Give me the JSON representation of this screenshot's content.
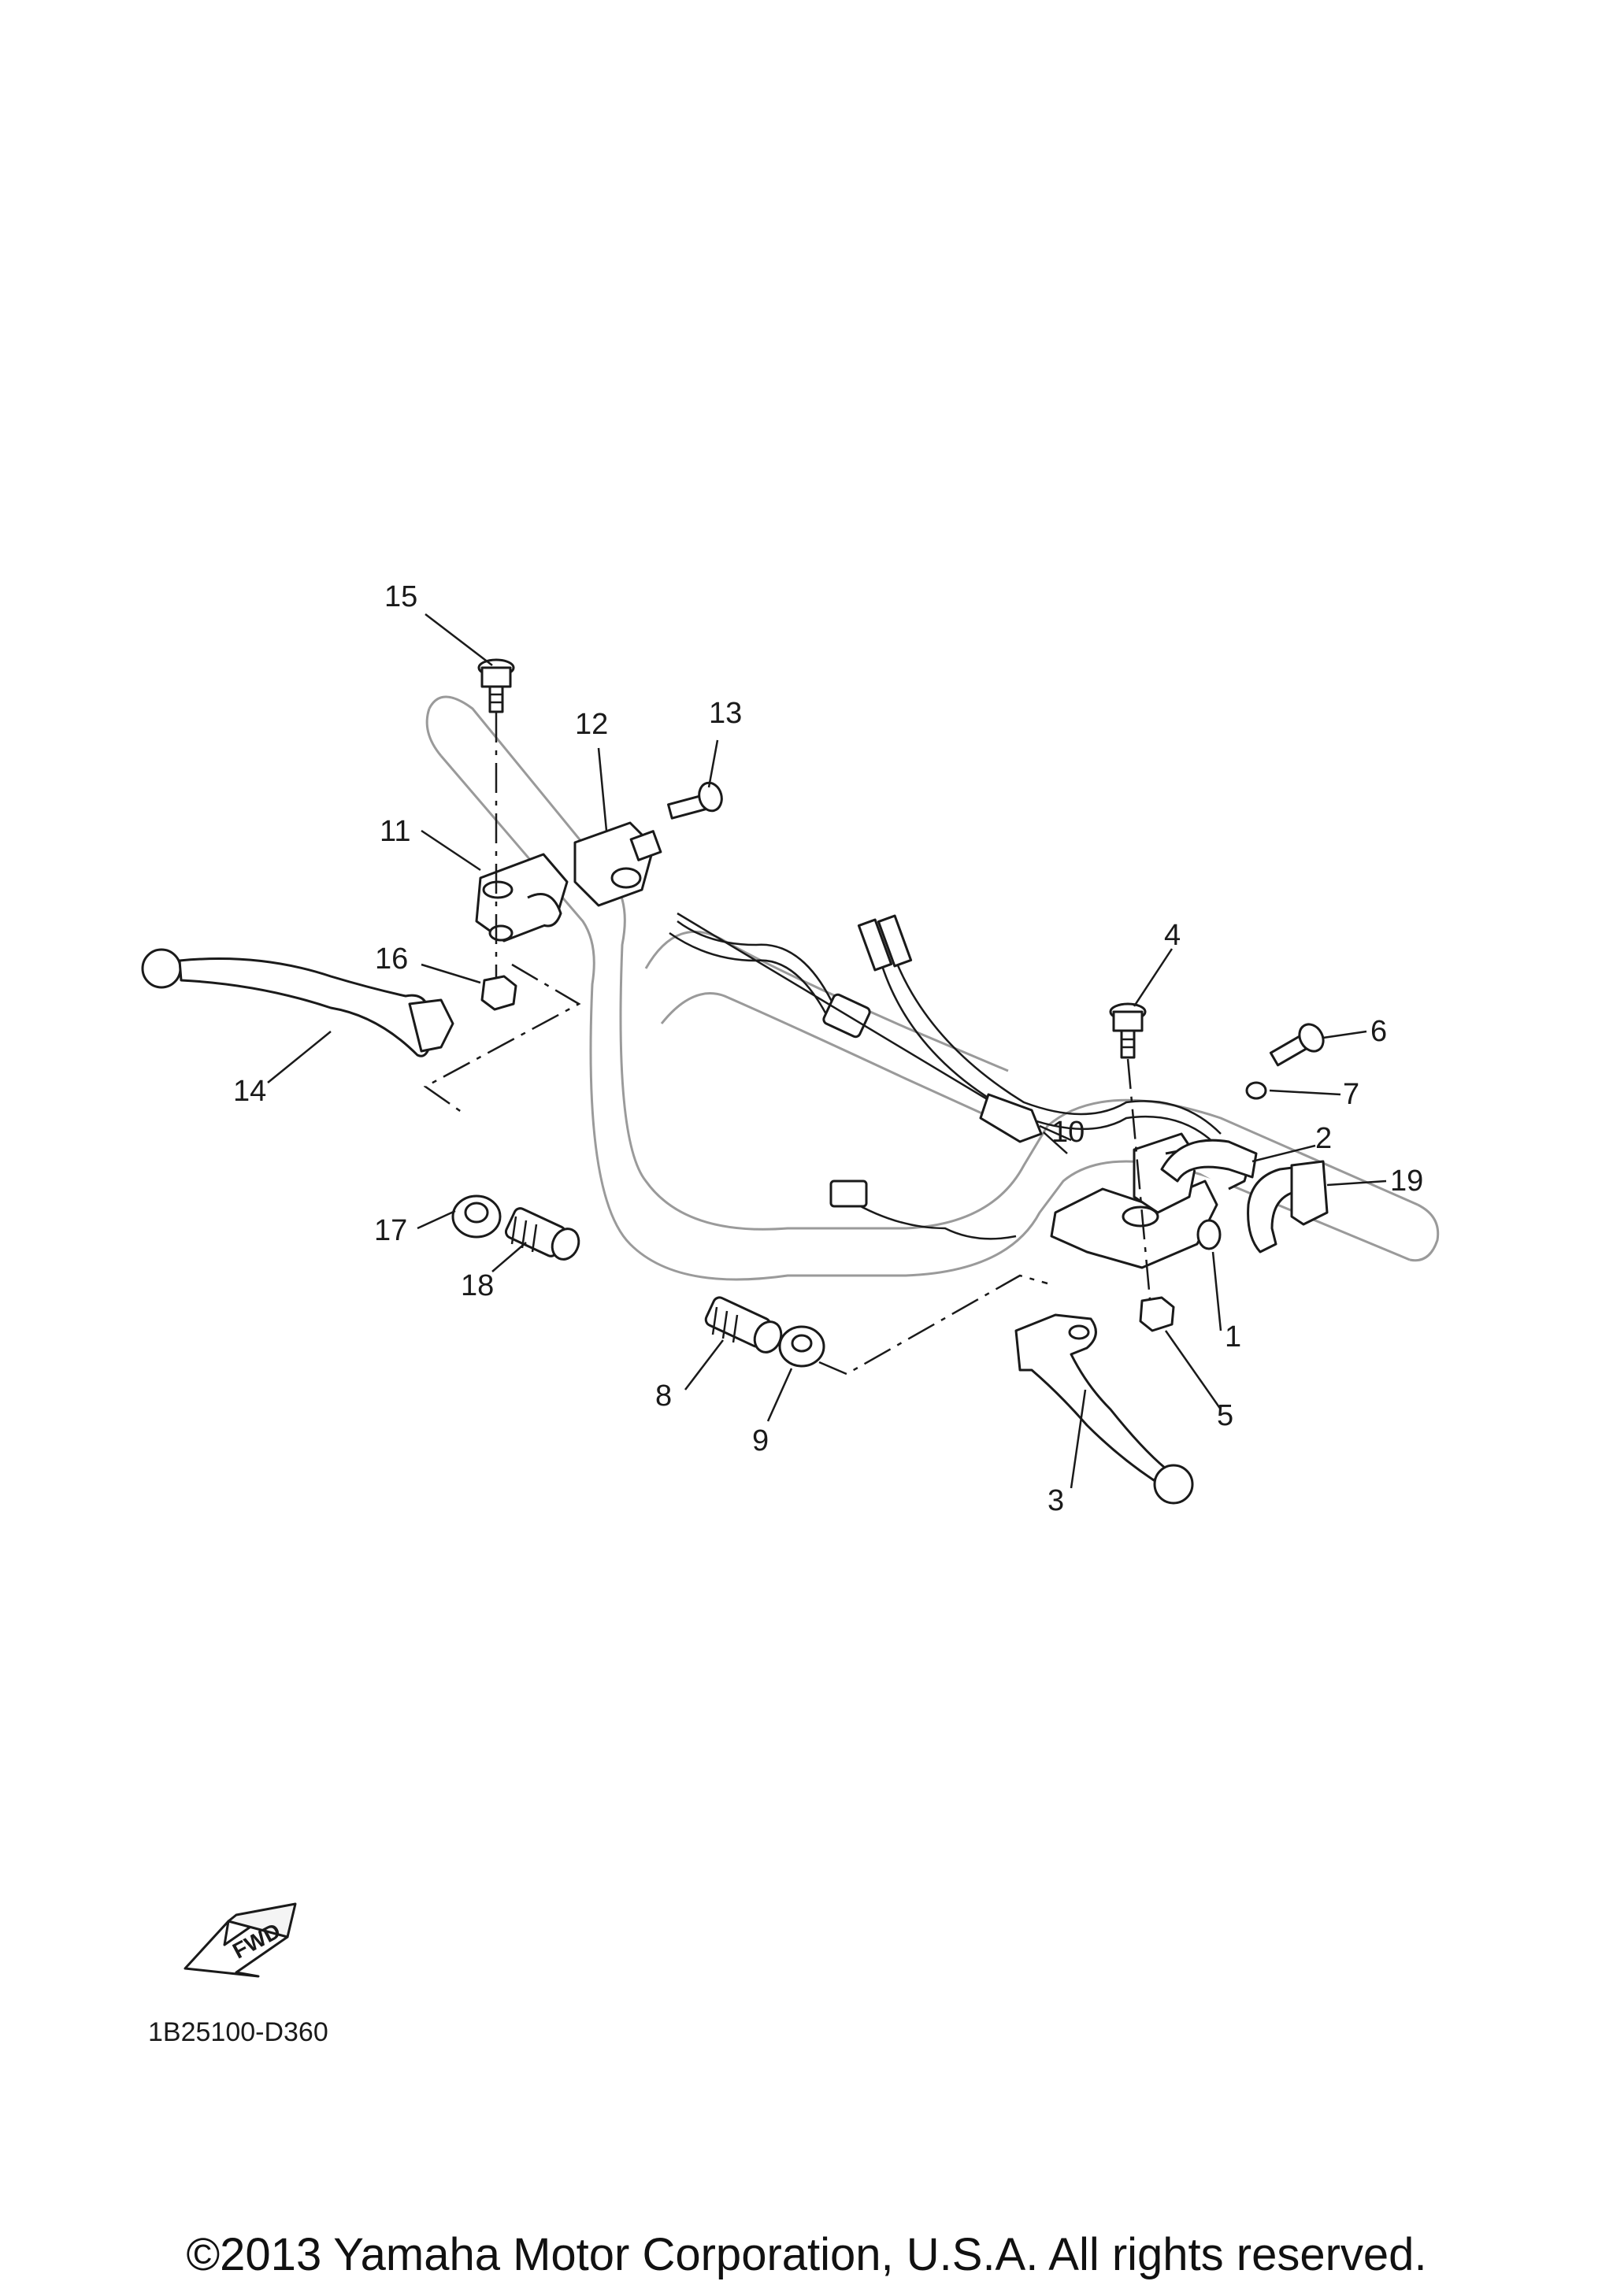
{
  "diagram": {
    "callouts": [
      {
        "id": "1",
        "label": "1"
      },
      {
        "id": "2",
        "label": "2"
      },
      {
        "id": "3",
        "label": "3"
      },
      {
        "id": "4",
        "label": "4"
      },
      {
        "id": "5",
        "label": "5"
      },
      {
        "id": "6",
        "label": "6"
      },
      {
        "id": "7",
        "label": "7"
      },
      {
        "id": "8",
        "label": "8"
      },
      {
        "id": "9",
        "label": "9"
      },
      {
        "id": "10",
        "label": "10"
      },
      {
        "id": "11",
        "label": "11"
      },
      {
        "id": "12",
        "label": "12"
      },
      {
        "id": "13",
        "label": "13"
      },
      {
        "id": "14",
        "label": "14"
      },
      {
        "id": "15",
        "label": "15"
      },
      {
        "id": "16",
        "label": "16"
      },
      {
        "id": "17",
        "label": "17"
      },
      {
        "id": "18",
        "label": "18"
      },
      {
        "id": "19",
        "label": "19"
      }
    ],
    "fwd_label": "FWD",
    "diagram_code": "1B25100-D360"
  },
  "footer": {
    "copyright": "©2013 Yamaha Motor Corporation, U.S.A. All rights reserved."
  }
}
